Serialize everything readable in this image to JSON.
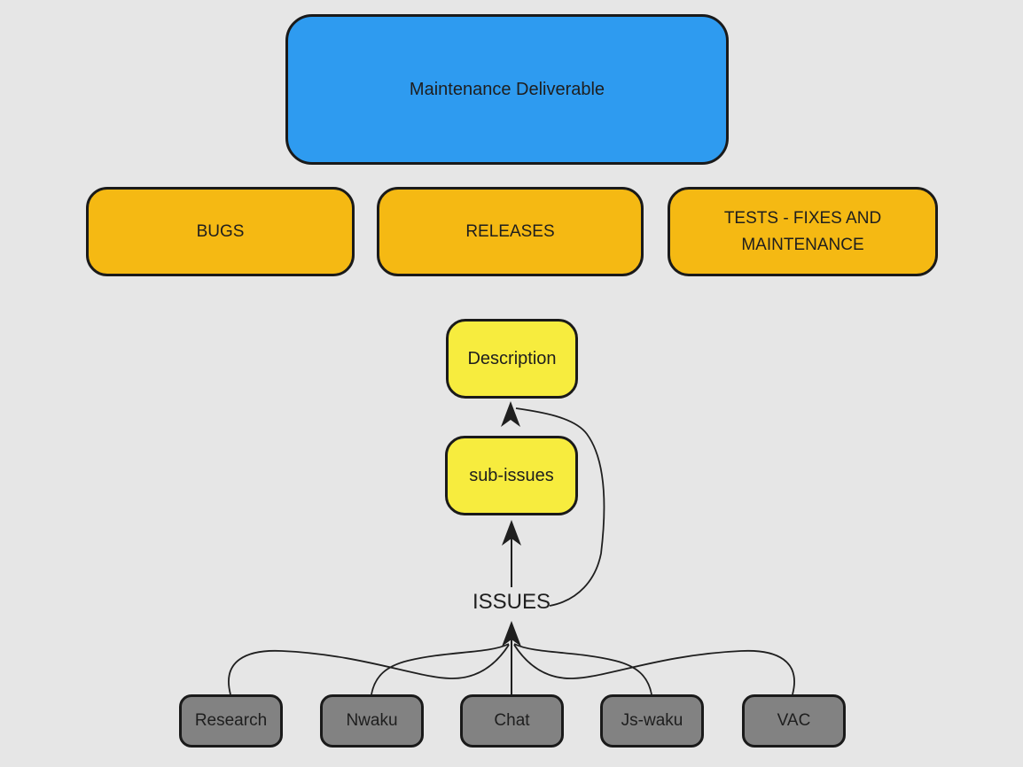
{
  "diagram": {
    "background_color": "#e6e6e6",
    "stroke_color": "#1f1f1f",
    "nodes": {
      "maintenance": {
        "label": "Maintenance Deliverable",
        "fill": "#2e9bf0"
      },
      "bugs": {
        "label": "BUGS",
        "fill": "#f5b913"
      },
      "releases": {
        "label": "RELEASES",
        "fill": "#f5b913"
      },
      "tests": {
        "label": "TESTS - FIXES AND MAINTENANCE",
        "fill": "#f5b913"
      },
      "description": {
        "label": "Description",
        "fill": "#f7ec3e"
      },
      "sub_issues": {
        "label": "sub-issues",
        "fill": "#f7ec3e"
      },
      "issues": {
        "label": "ISSUES"
      },
      "research": {
        "label": "Research",
        "fill": "#828282"
      },
      "nwaku": {
        "label": "Nwaku",
        "fill": "#828282"
      },
      "chat": {
        "label": "Chat",
        "fill": "#828282"
      },
      "js_waku": {
        "label": "Js-waku",
        "fill": "#828282"
      },
      "vac": {
        "label": "VAC",
        "fill": "#828282"
      }
    },
    "edges": [
      {
        "from": "Research",
        "to": "ISSUES",
        "arrow": true
      },
      {
        "from": "Nwaku",
        "to": "ISSUES",
        "arrow": true
      },
      {
        "from": "Chat",
        "to": "ISSUES",
        "arrow": true
      },
      {
        "from": "Js-waku",
        "to": "ISSUES",
        "arrow": true
      },
      {
        "from": "VAC",
        "to": "ISSUES",
        "arrow": true
      },
      {
        "from": "ISSUES",
        "to": "sub-issues",
        "arrow": true
      },
      {
        "from": "ISSUES",
        "to": "Description",
        "arrow": true
      }
    ]
  }
}
